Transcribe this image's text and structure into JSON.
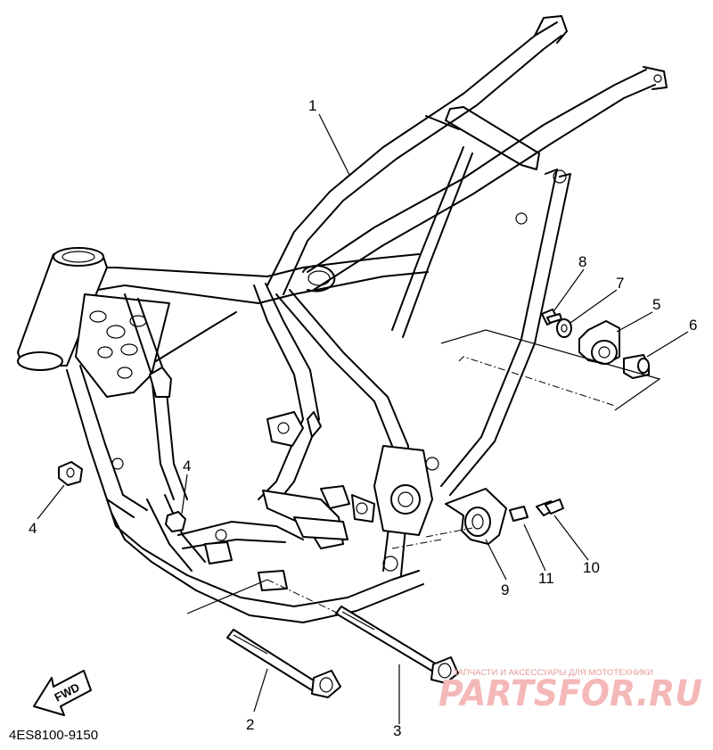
{
  "callouts": [
    {
      "id": "1",
      "label": "1"
    },
    {
      "id": "2",
      "label": "2"
    },
    {
      "id": "3",
      "label": "3"
    },
    {
      "id": "4a",
      "label": "4"
    },
    {
      "id": "4b",
      "label": "4"
    },
    {
      "id": "5",
      "label": "5"
    },
    {
      "id": "6",
      "label": "6"
    },
    {
      "id": "7",
      "label": "7"
    },
    {
      "id": "8",
      "label": "8"
    },
    {
      "id": "9",
      "label": "9"
    },
    {
      "id": "10",
      "label": "10"
    },
    {
      "id": "11",
      "label": "11"
    }
  ],
  "diagram_code": "4ES8100-9150",
  "direction_label": "FWD",
  "watermark": {
    "tagline": "ЗАПЧАСТИ И АКСЕССУАРЫ ДЛЯ МОТОТЕХНИКИ",
    "logo_text": "PARTSFOR.RU",
    "color": "#f4b8b8"
  }
}
